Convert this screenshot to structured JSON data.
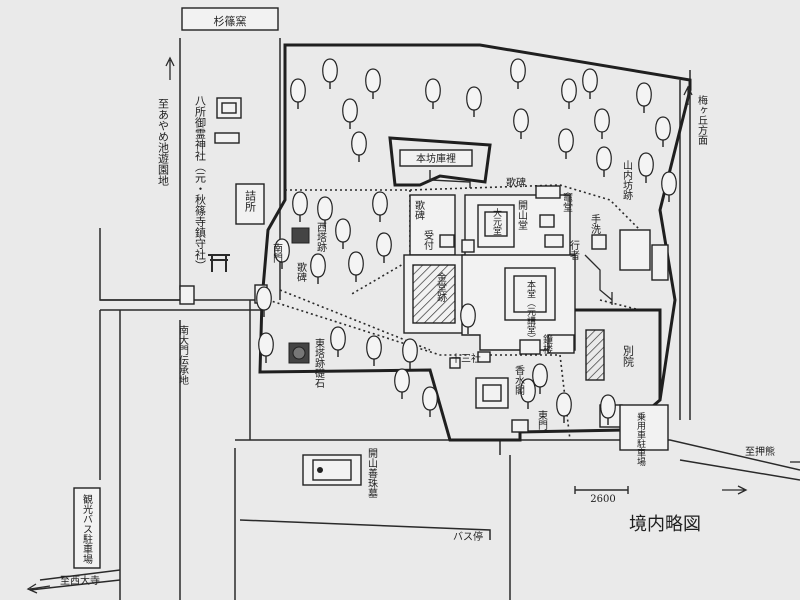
{
  "map": {
    "caption": "境内略図",
    "scale_label": "2600",
    "labels": {
      "top_building": "杉篠窯",
      "to_left_road": "至あやめ池遊園地",
      "shrine": "八所御霊神社（元・秋篠寺鎮守社）",
      "office": "詰所",
      "south_gate": "南門",
      "west_pagoda": "西塔跡",
      "east_pagoda": "東塔跡礎石",
      "kahi_left": "歌碑",
      "kahi_center": "歌碑",
      "kahi_right": "歌碑",
      "uketsuke": "受付",
      "hombo": "本坊庫裡",
      "daigen": "大元堂",
      "kaisan_do": "開山堂",
      "kondo_ato": "金堂跡",
      "hondo": "本堂（元講堂）",
      "shoro": "鐘楼",
      "gyoja": "行者",
      "chozu": "手洗",
      "yamauchi": "山内坊跡",
      "kama_do": "竈堂",
      "sanjusha": "十三社",
      "kosui": "香水閣",
      "betsuin": "別院",
      "east_gate": "東門",
      "parking_right": "乗用車駐車場",
      "to_right_top": "梅ヶ丘方面",
      "to_right_road": "至押熊",
      "grave": "開山善珠墓",
      "bus_stop": "バス停",
      "south_gate_ruins": "南大門伝承地",
      "sightseeing_parking": "観光バス駐車場",
      "to_saidaiji": "至西大寺"
    }
  }
}
